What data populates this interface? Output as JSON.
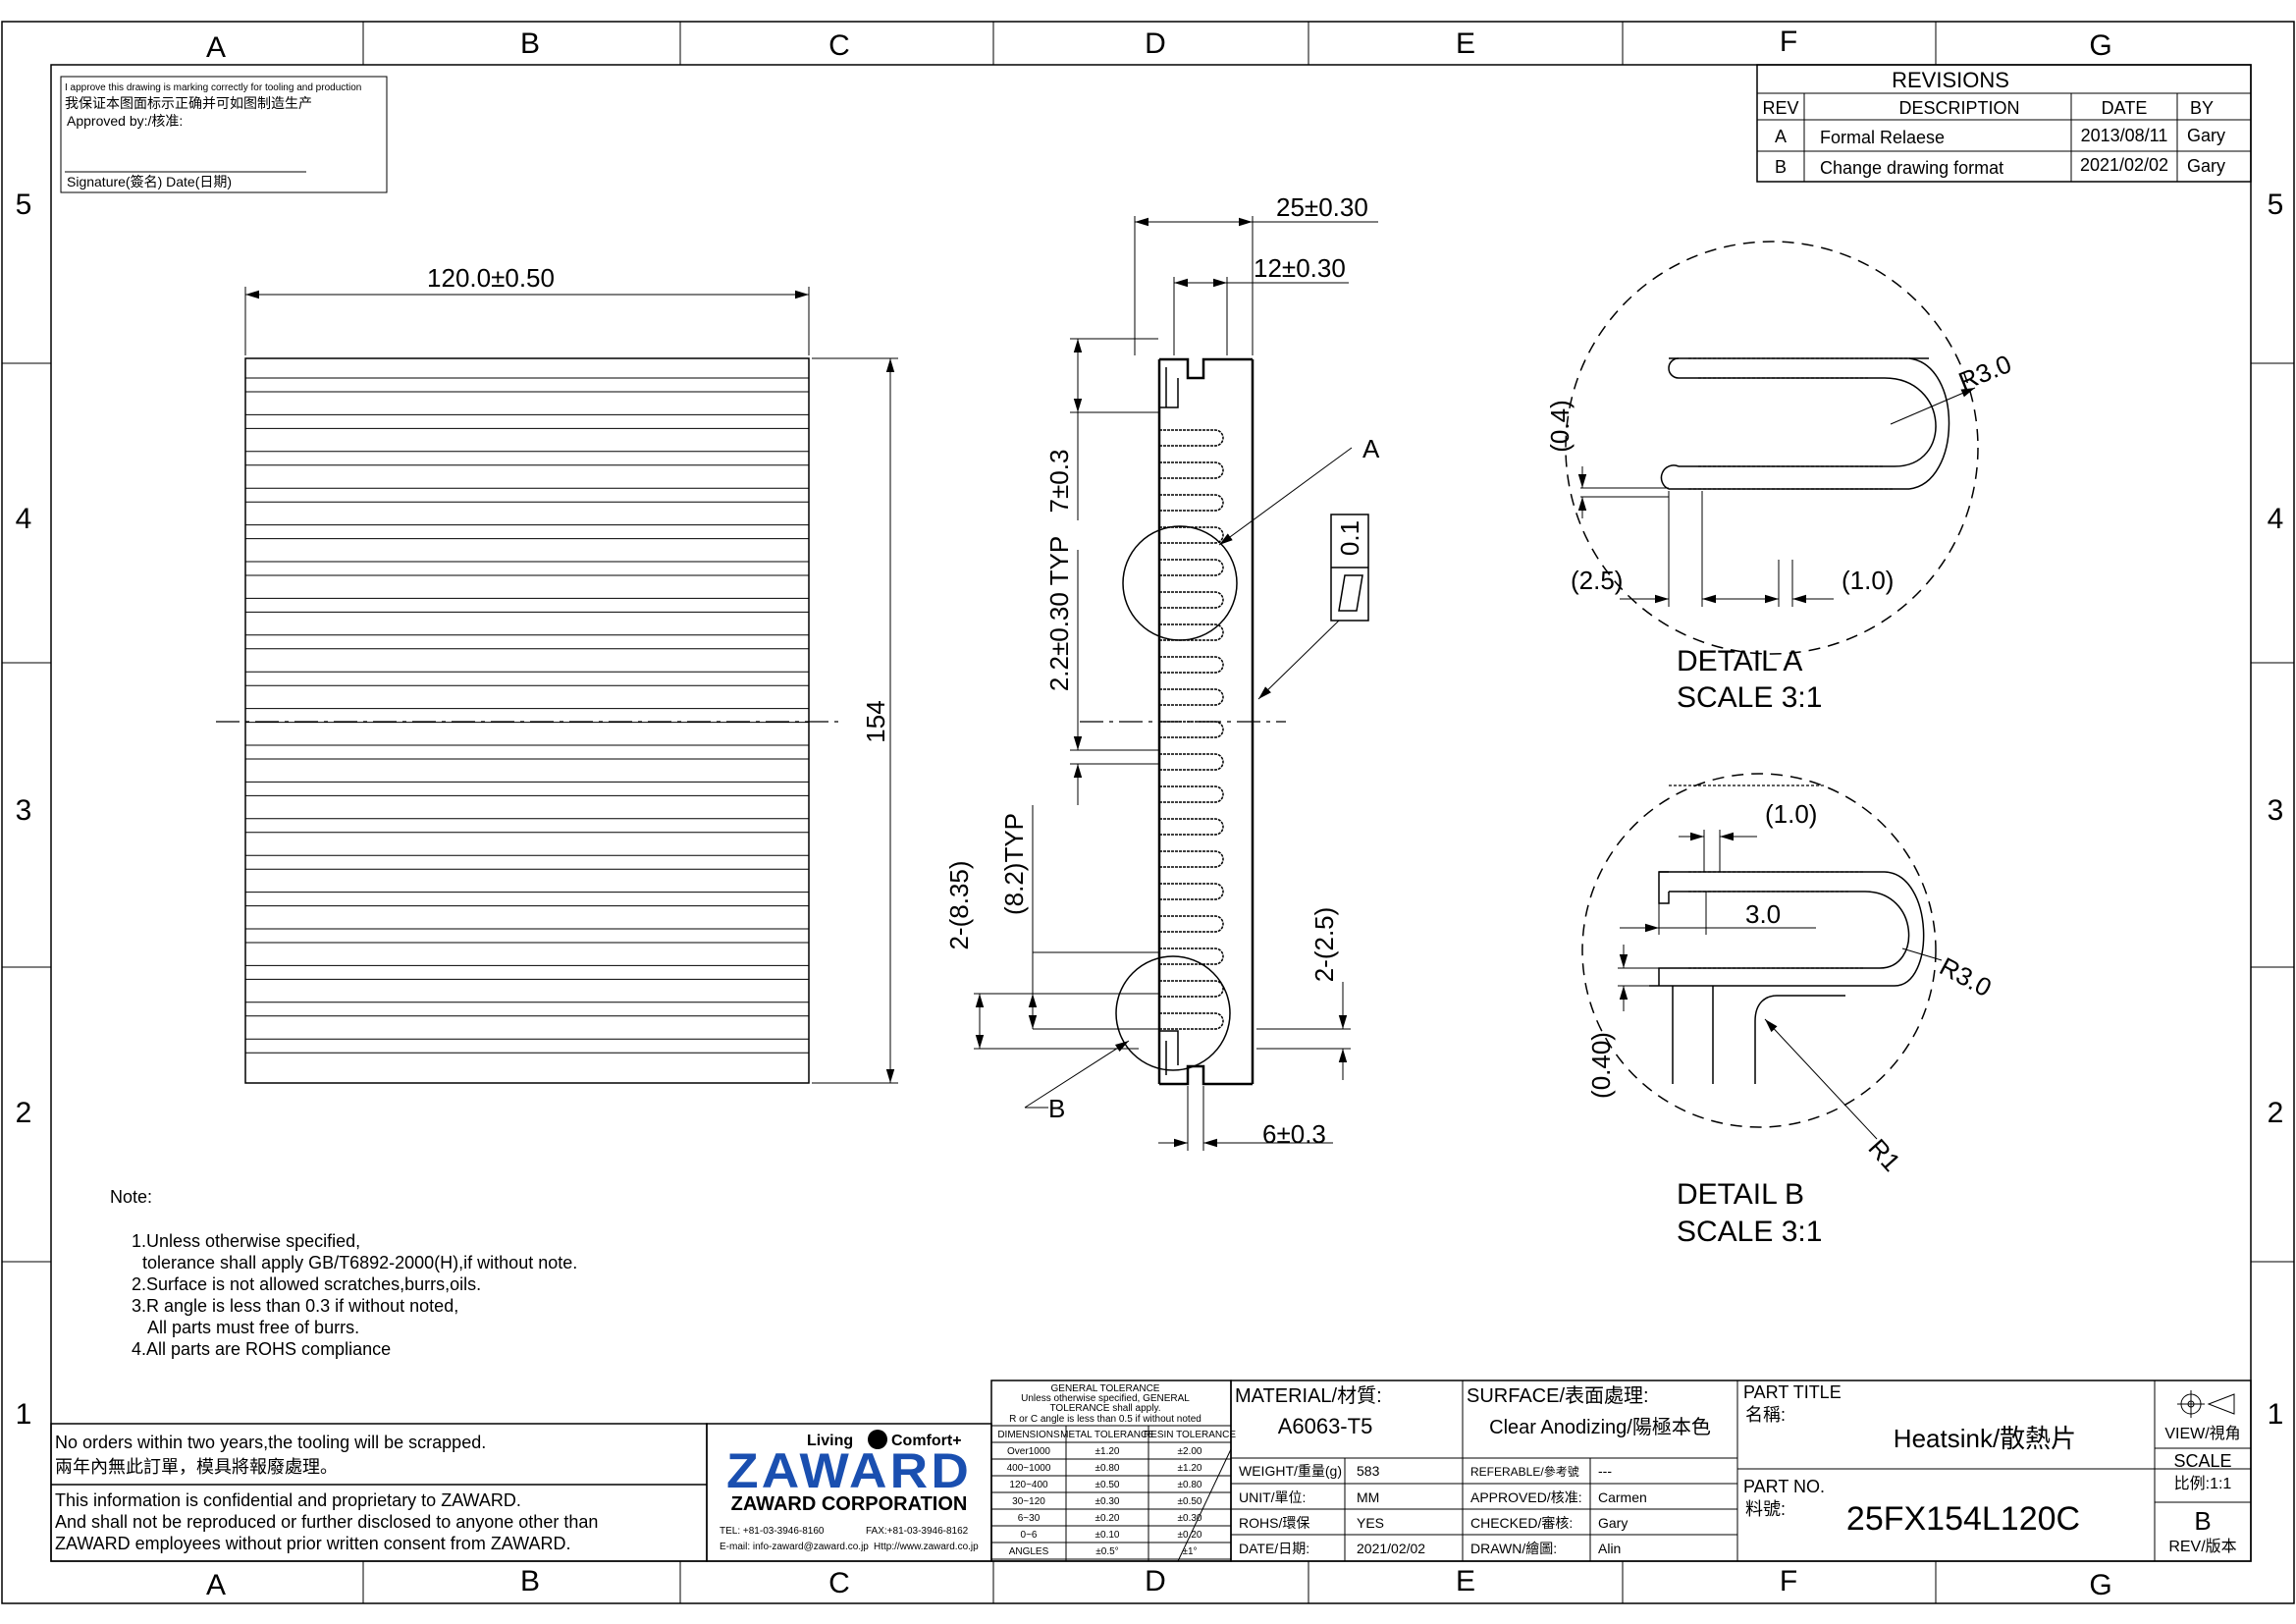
{
  "grid": {
    "columns": [
      "A",
      "B",
      "C",
      "D",
      "E",
      "F",
      "G"
    ],
    "rows": [
      "5",
      "4",
      "3",
      "2",
      "1"
    ]
  },
  "approval": {
    "line_en": "I approve this drawing is marking correctly for tooling and production",
    "line_cn": "我保证本图面标示正确并可如图制造生产",
    "approved_by": "Approved by:/核准:",
    "signature": "Signature(簽名)  Date(日期)"
  },
  "revisions": {
    "title": "REVISIONS",
    "headers": [
      "REV",
      "DESCRIPTION",
      "DATE",
      "BY"
    ],
    "rows": [
      {
        "rev": "A",
        "desc": "Formal Relaese",
        "date": "2013/08/11",
        "by": "Gary"
      },
      {
        "rev": "B",
        "desc": "Change drawing format",
        "date": "2021/02/02",
        "by": "Gary"
      }
    ]
  },
  "dimensions": {
    "length": "120.0±0.50",
    "height": "154",
    "width_total": "25±0.30",
    "width_fin": "12±0.30",
    "fin_end": "7±0.3",
    "fin_pitch": "2.2±0.30 TYP",
    "pitch_typ": "(8.2)TYP",
    "edge_8_35": "2-(8.35)",
    "edge_2_5": "2-(2.5)",
    "slot": "6±0.3",
    "label_a": "A",
    "label_b": "B",
    "flatness_value": "0.1"
  },
  "detail_a": {
    "title": "DETAIL A",
    "scale": "SCALE 3:1",
    "radius": "R3.0",
    "d_04": "(0.4)",
    "d_25": "(2.5)",
    "d_10": "(1.0)"
  },
  "detail_b": {
    "title": "DETAIL B",
    "scale": "SCALE 3:1",
    "d_10": "(1.0)",
    "d_30": "3.0",
    "radius": "R3.0",
    "d_040": "(0.40)",
    "r1": "R1"
  },
  "notes": {
    "title": "Note:",
    "lines": [
      "1.Unless otherwise specified,",
      "tolerance shall apply GB/T6892-2000(H),if without note.",
      "2.Surface is not allowed scratches,burrs,oils.",
      "3.R angle is less than 0.3 if without noted,",
      "All parts must free of burrs.",
      "4.All parts are ROHS compliance"
    ]
  },
  "footer": {
    "scrap_en": "No orders within two years,the tooling will be scrapped.",
    "scrap_cn": "兩年內無此訂單，模具將報廢處理。",
    "conf_1": "This information is confidential and proprietary to ZAWARD.",
    "conf_2": "And shall not be reproduced or further disclosed to anyone other than",
    "conf_3": "ZAWARD employees without prior written consent from ZAWARD."
  },
  "company": {
    "tagline_left": "Living",
    "tagline_right": "Comfort+",
    "logo": "ZAWARD",
    "name": "ZAWARD CORPORATION",
    "tel": "TEL: +81-03-3946-8160",
    "fax": "FAX:+81-03-3946-8162",
    "email": "E-mail: info-zaward@zaward.co.jp",
    "web": "Http://www.zaward.co.jp"
  },
  "tolerance": {
    "title": "GENERAL TOLERANCE",
    "sub1": "Unless otherwise specified, GENERAL",
    "sub2": "TOLERANCE shall apply.",
    "sub3": "R or C angle is less than 0.5 if without noted",
    "headers": [
      "DIMENSIONS",
      "METAL TOLERANCE",
      "RESIN TOLERANCE"
    ],
    "rows": [
      [
        "Over1000",
        "±1.20",
        "±2.00"
      ],
      [
        "400~1000",
        "±0.80",
        "±1.20"
      ],
      [
        "120~400",
        "±0.50",
        "±0.80"
      ],
      [
        "30~120",
        "±0.30",
        "±0.50"
      ],
      [
        "6~30",
        "±0.20",
        "±0.30"
      ],
      [
        "0~6",
        "±0.10",
        "±0.20"
      ],
      [
        "ANGLES",
        "±0.5°",
        "±1°"
      ]
    ]
  },
  "title_block": {
    "material_label": "MATERIAL/材質:",
    "material": "A6063-T5",
    "surface_label": "SURFACE/表面處理:",
    "surface": "Clear Anodizing/陽極本色",
    "weight_label": "WEIGHT/重量(g)",
    "weight": "583",
    "unit_label": "UNIT/單位:",
    "unit": "MM",
    "rohs_label": "ROHS/環保",
    "rohs": "YES",
    "date_label": "DATE/日期:",
    "date": "2021/02/02",
    "referable_label": "REFERABLE/參考號",
    "referable": "---",
    "approved_label": "APPROVED/核准:",
    "approved": "Carmen",
    "checked_label": "CHECKED/審核:",
    "checked": "Gary",
    "drawn_label": "DRAWN/繪圖:",
    "drawn": "Alin",
    "part_title_label": "PART TITLE",
    "name_label": "名稱:",
    "part_title": "Heatsink/散熱片",
    "part_no_label": "PART NO.",
    "no_label": "料號:",
    "part_no": "25FX154L120C",
    "view_label": "VIEW/視角",
    "scale_label": "SCALE",
    "scale_value": "比例:1:1",
    "rev_value": "B",
    "rev_label": "REV/版本"
  }
}
